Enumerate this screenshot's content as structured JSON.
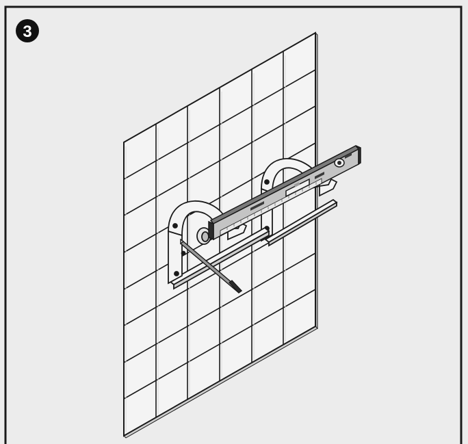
{
  "step": {
    "number": "3"
  },
  "colors": {
    "background": "#ececec",
    "frame": "#1a1a1a",
    "tile_face": "#f6f6f6",
    "tile_edge": "#d8d8d8",
    "bracket": "#f4f4f4",
    "level_body": "#9a9a9a",
    "level_face": "#c4c4c4",
    "level_dark": "#2b2b2b"
  },
  "illustration": {
    "grid_rows": 8,
    "grid_cols": 6,
    "bracket_count": 2
  }
}
